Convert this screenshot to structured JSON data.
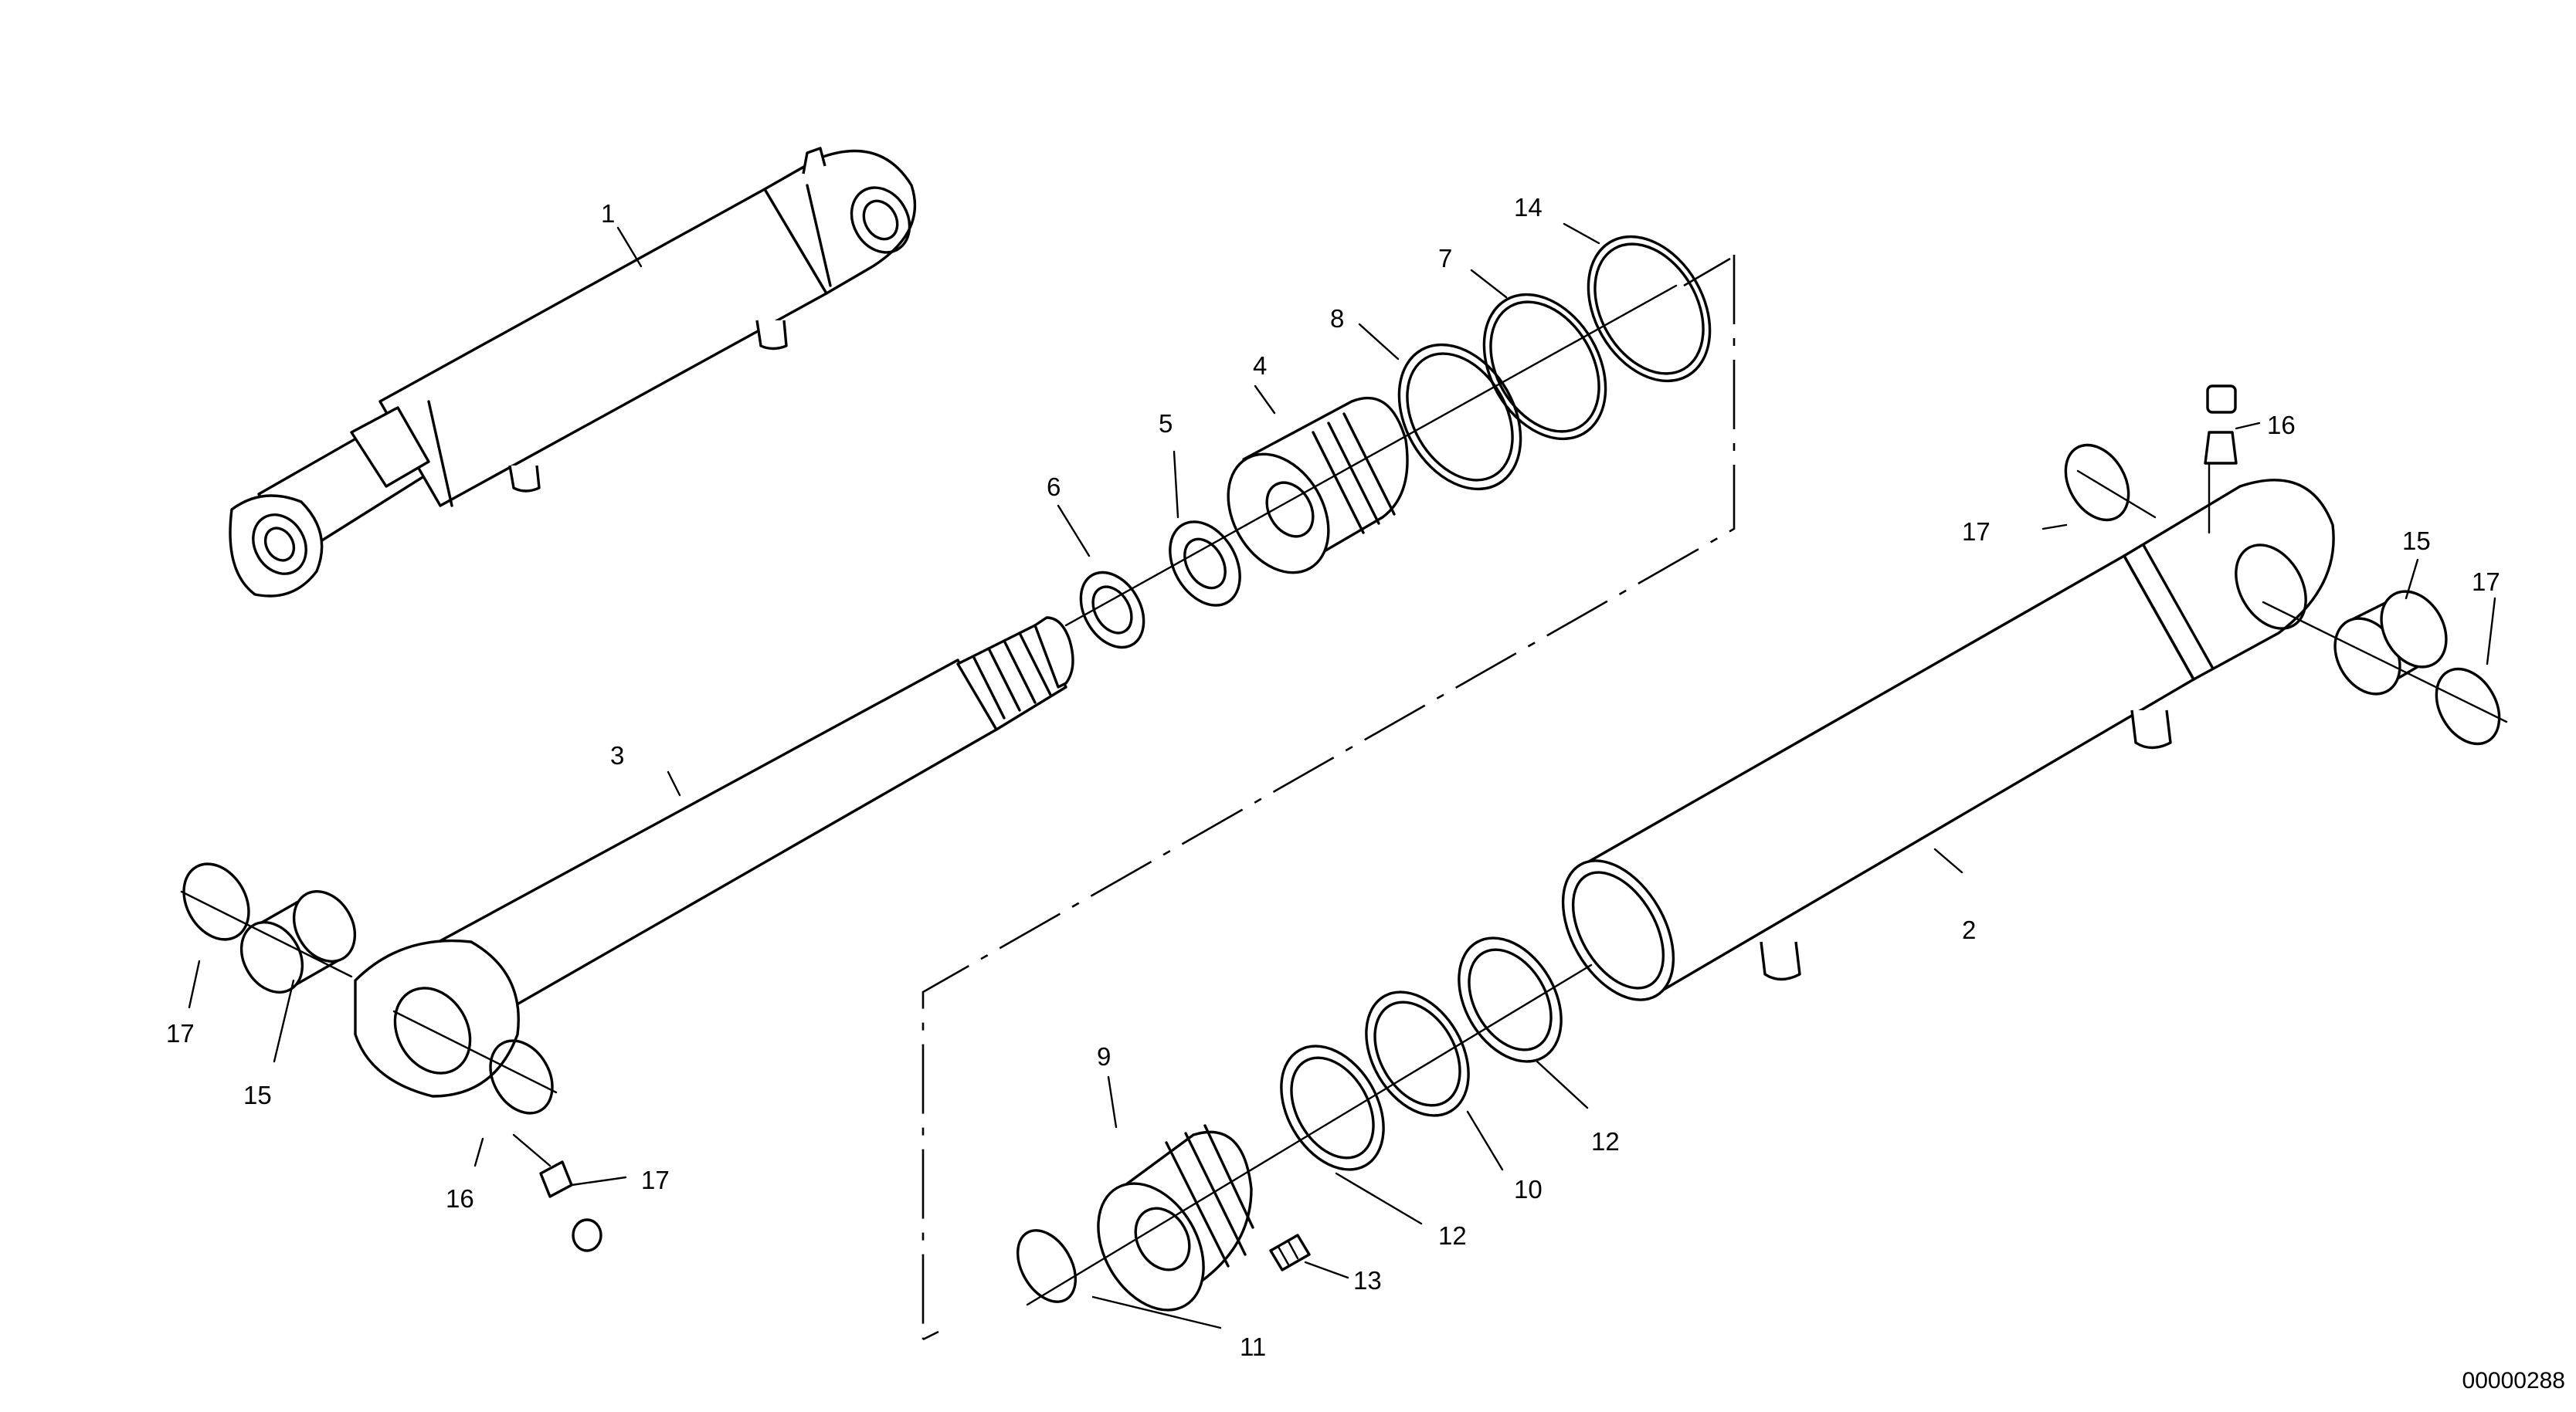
{
  "drawing": {
    "number": "00000288",
    "labels": [
      "1",
      "2",
      "3",
      "4",
      "5",
      "6",
      "7",
      "8",
      "9",
      "10",
      "11",
      "12",
      "12",
      "13",
      "14",
      "15",
      "15",
      "16",
      "16",
      "17",
      "17",
      "17",
      "17"
    ]
  }
}
